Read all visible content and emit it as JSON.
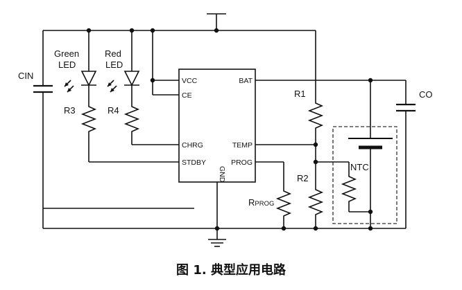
{
  "labels": {
    "cin": "CIN",
    "co": "CO",
    "green_led_line1": "Green",
    "green_led_line2": "LED",
    "red_led_line1": "Red",
    "red_led_line2": "LED",
    "r1": "R1",
    "r2": "R2",
    "r3": "R3",
    "r4": "R4",
    "rprog_r": "R",
    "rprog_sub": "PROG",
    "ntc": "NTC"
  },
  "ic_pins": {
    "vcc": "VCC",
    "ce": "CE",
    "chrg": "CHRG",
    "stdby": "STDBY",
    "bat": "BAT",
    "temp": "TEMP",
    "prog": "PROG",
    "gnd": "GND"
  },
  "caption": "图 1. 典型应用电路"
}
